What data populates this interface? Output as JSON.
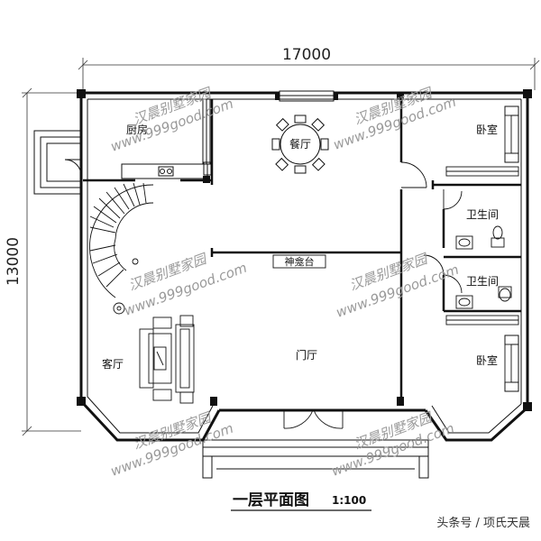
{
  "dimensions": {
    "width": "17000",
    "height": "13000"
  },
  "rooms": {
    "kitchen": "厨房",
    "dining": "餐厅",
    "bedroom_top": "卧室",
    "bath_top": "卫生间",
    "shrine": "神龛台",
    "bath_bottom": "卫生间",
    "bedroom_bottom": "卧室",
    "living": "客厅",
    "foyer": "门厅"
  },
  "title": {
    "main": "一层平面图",
    "scale": "1:100"
  },
  "watermarks": [
    "汉晨别墅家园",
    "www.999good.com",
    "汉晨别墅家园",
    "www.999good.com",
    "汉晨别墅家园",
    "www.999good.com",
    "汉晨别墅家园",
    "www.999good.com",
    "汉晨别墅家园",
    "www.999good.com",
    "汉晨别墅家园",
    "www.999good.com"
  ],
  "credit": "头条号 / 项氏天晨"
}
